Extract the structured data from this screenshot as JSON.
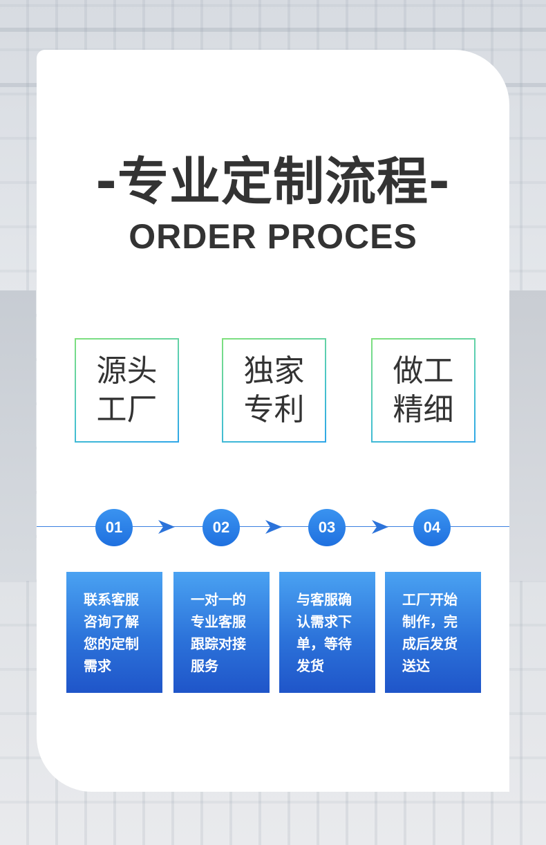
{
  "header": {
    "title_cn": "-专业定制流程-",
    "title_en": "ORDER PROCES"
  },
  "features": [
    {
      "label": "源头工厂"
    },
    {
      "label": "独家专利"
    },
    {
      "label": "做工精细"
    }
  ],
  "steps": [
    {
      "number": "01",
      "text": "联系客服咨询了解您的定制需求"
    },
    {
      "number": "02",
      "text": "一对一的专业客服跟踪对接服务"
    },
    {
      "number": "03",
      "text": "与客服确认需求下单，等待发货"
    },
    {
      "number": "04",
      "text": "工厂开始制作，完成后发货送达"
    }
  ],
  "colors": {
    "accent_blue": "#2c73da",
    "feature_border_green": "#7fe07b",
    "feature_border_blue": "#2ea6e8",
    "title_text": "#333333"
  },
  "icons": {
    "arrow": "arrow-right-icon"
  }
}
